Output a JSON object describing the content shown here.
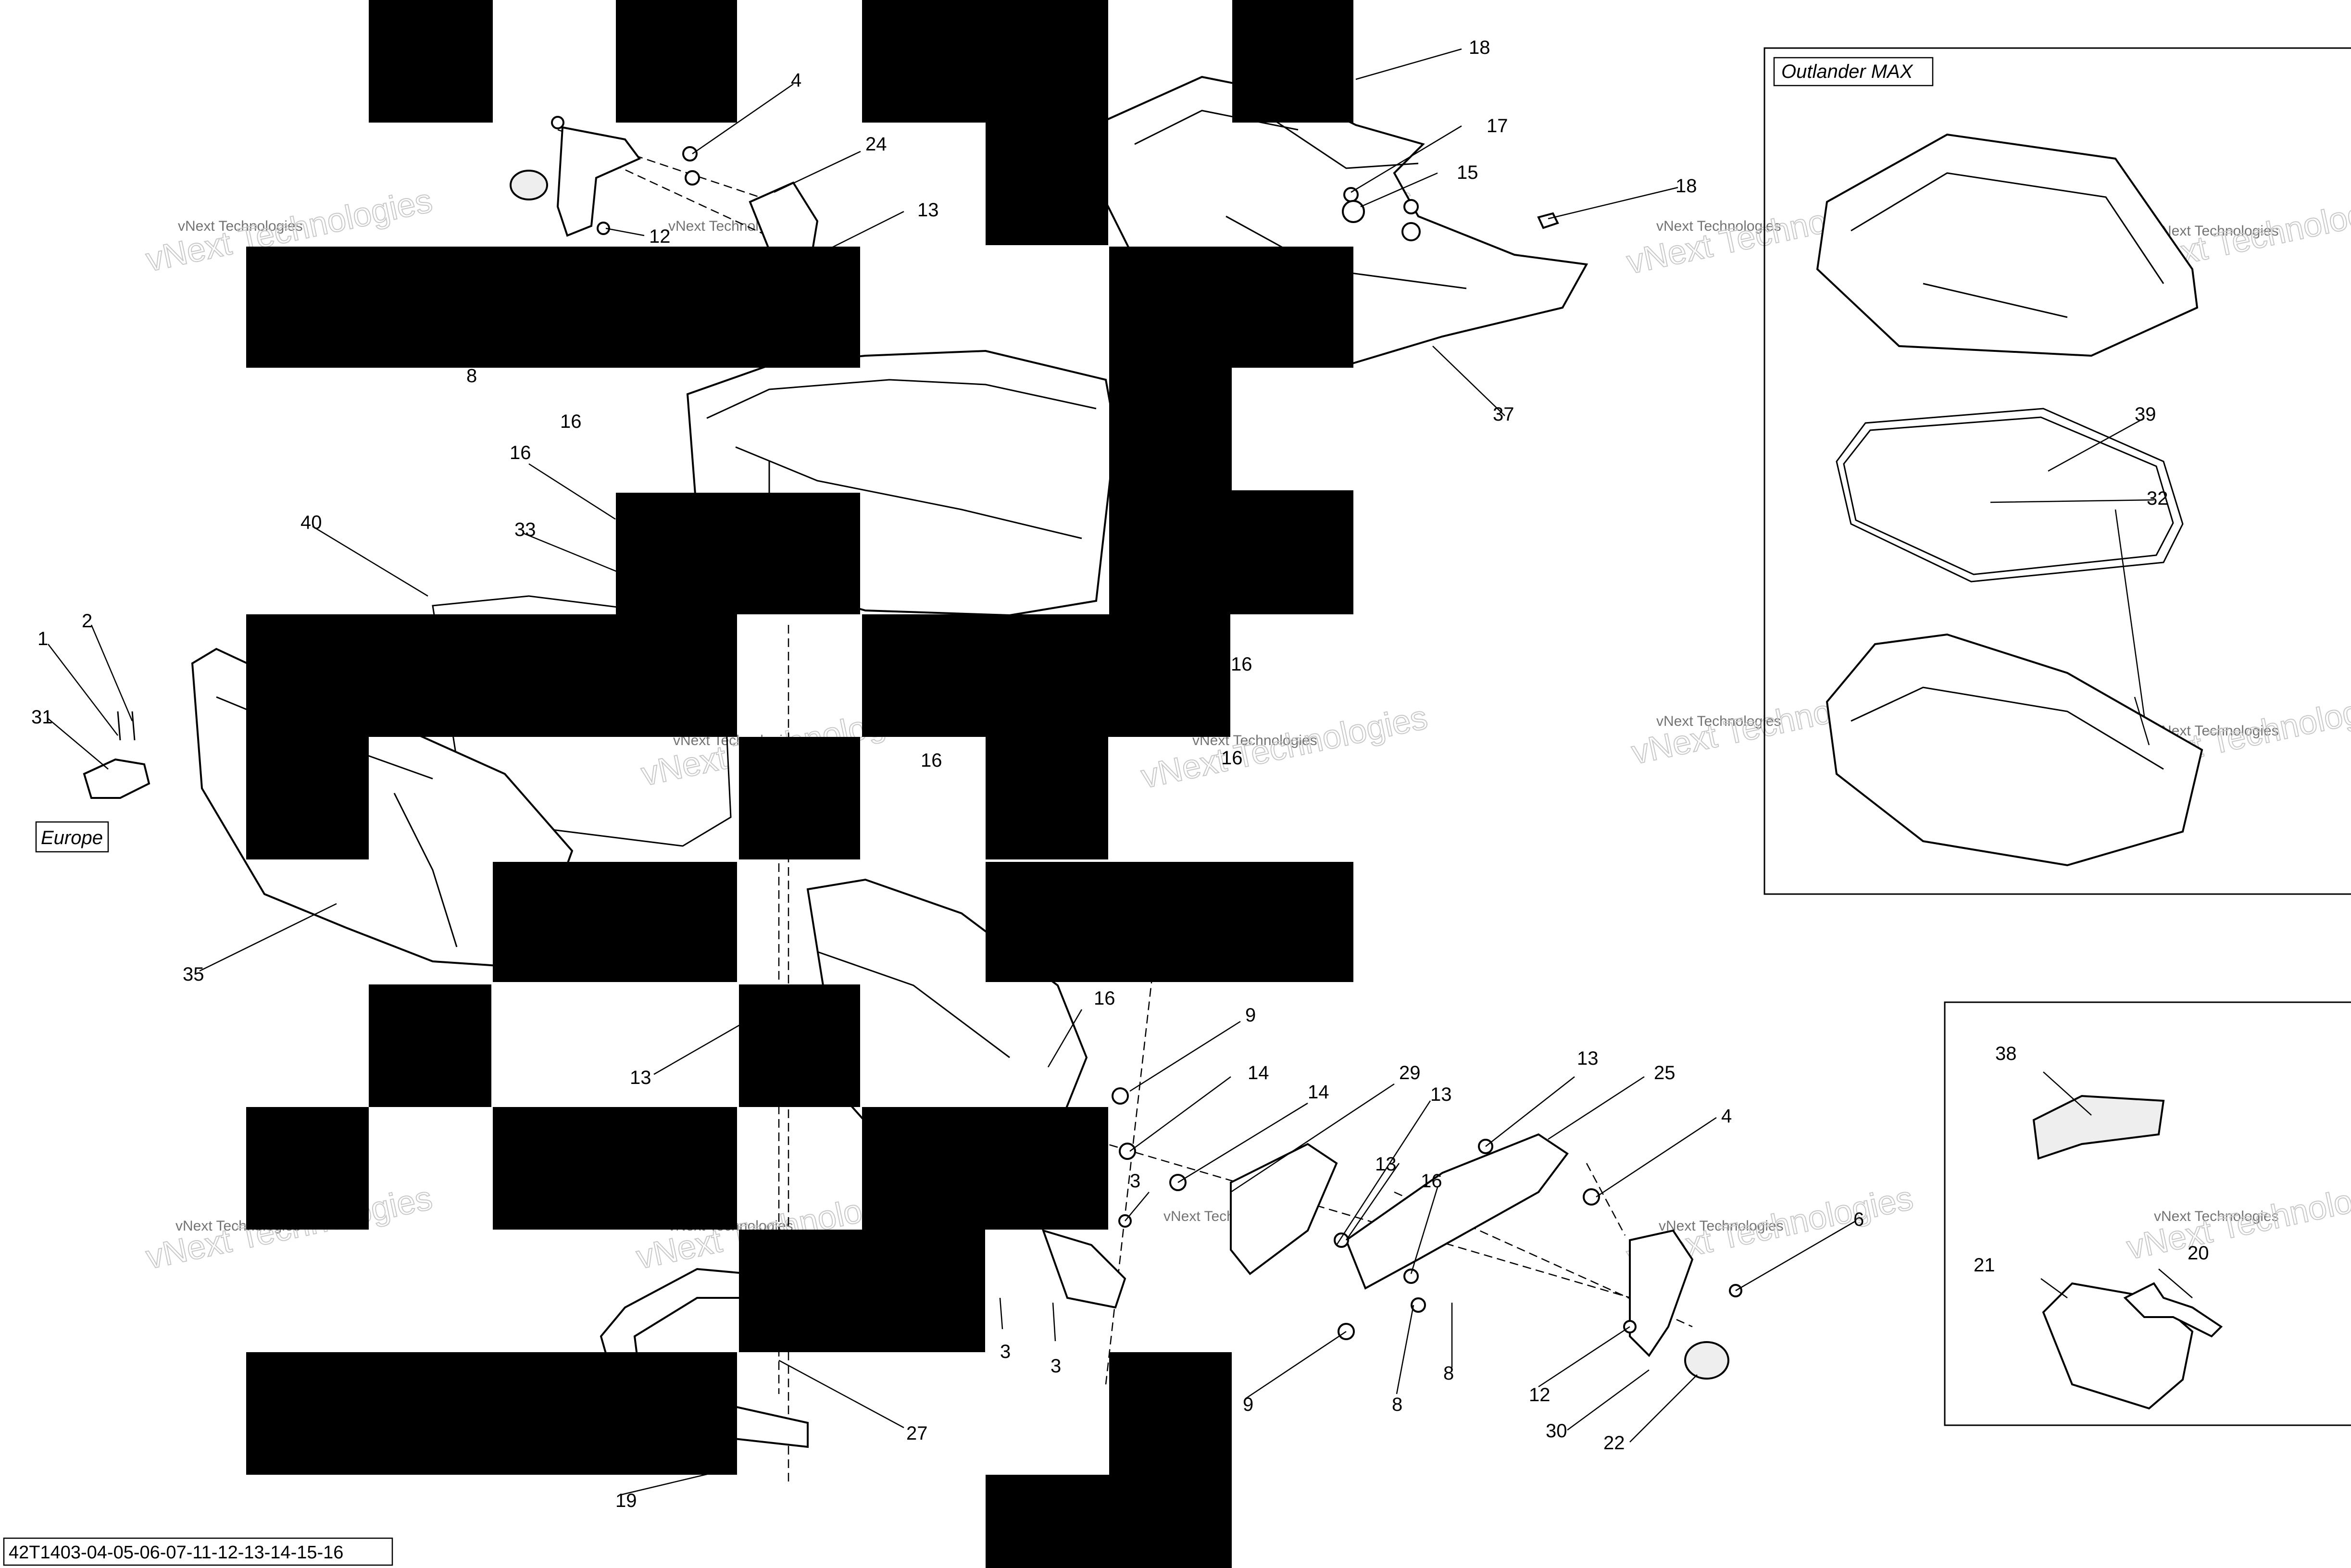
{
  "document_reference": "42T1403-04-05-06-07-11-12-13-14-15-16",
  "frames": {
    "outlander_max": "Outlander MAX",
    "europe": "Europe"
  },
  "watermark": {
    "small": "vNext Technologies",
    "large": "vNext Technologies"
  },
  "callouts": [
    "18",
    "4",
    "24",
    "17",
    "15",
    "18",
    "12",
    "13",
    "8",
    "16",
    "37",
    "39",
    "32",
    "16",
    "33",
    "40",
    "1",
    "2",
    "31",
    "16",
    "16",
    "16",
    "35",
    "16",
    "9",
    "13",
    "14",
    "14",
    "29",
    "13",
    "25",
    "13",
    "4",
    "3",
    "13",
    "16",
    "38",
    "20",
    "21",
    "6",
    "3",
    "3",
    "9",
    "8",
    "8",
    "12",
    "30",
    "22",
    "27",
    "19"
  ]
}
